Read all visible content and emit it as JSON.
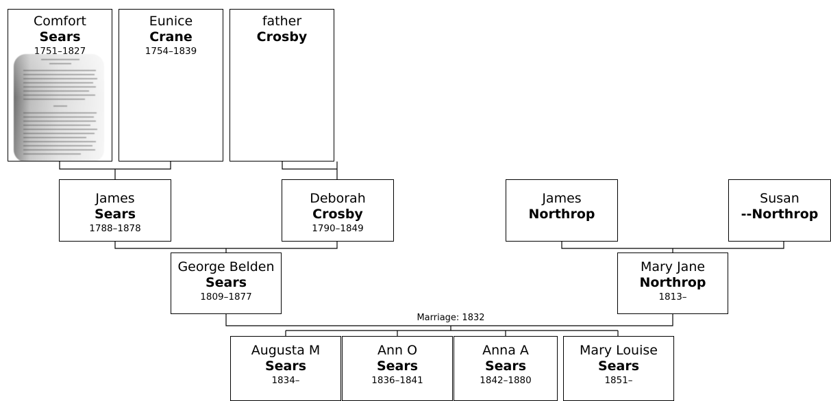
{
  "people": [
    {
      "id": "comfort",
      "given": "Comfort",
      "surname": "Sears",
      "dates": "1751–1827",
      "portrait_icon": "newspaper-clipping-icon"
    },
    {
      "id": "eunice",
      "given": "Eunice",
      "surname": "Crane",
      "dates": "1754–1839"
    },
    {
      "id": "father-crosby",
      "given": "father",
      "surname": "Crosby",
      "dates": ""
    },
    {
      "id": "james-sears",
      "given": "James",
      "surname": "Sears",
      "dates": "1788–1878"
    },
    {
      "id": "deborah",
      "given": "Deborah",
      "surname": "Crosby",
      "dates": "1790–1849"
    },
    {
      "id": "james-northrop",
      "given": "James",
      "surname": "Northrop",
      "dates": ""
    },
    {
      "id": "susan",
      "given": "Susan",
      "surname": "--Northrop",
      "dates": ""
    },
    {
      "id": "george",
      "given": "George Belden",
      "surname": "Sears",
      "dates": "1809–1877"
    },
    {
      "id": "mary-jane",
      "given": "Mary Jane",
      "surname": "Northrop",
      "dates": "1813–"
    },
    {
      "id": "augusta",
      "given": "Augusta M",
      "surname": "Sears",
      "dates": "1834–"
    },
    {
      "id": "ann",
      "given": "Ann O",
      "surname": "Sears",
      "dates": "1836–1841"
    },
    {
      "id": "anna",
      "given": "Anna A",
      "surname": "Sears",
      "dates": "1842–1880"
    },
    {
      "id": "mary-louise",
      "given": "Mary Louise",
      "surname": "Sears",
      "dates": "1851–"
    }
  ],
  "marriage_label": "Marriage: 1832",
  "colors": {
    "box_border": "#000000",
    "connector": "#000000",
    "background": "#ffffff"
  }
}
